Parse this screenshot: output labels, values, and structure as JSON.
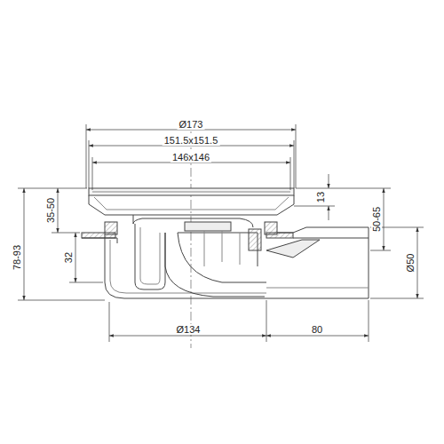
{
  "diagram": {
    "labels": [
      "Ø173",
      "151.5x151.5",
      "146x146",
      "13",
      "35-50",
      "78-93",
      "32",
      "50-65",
      "Ø50",
      "Ø134",
      "80"
    ]
  }
}
